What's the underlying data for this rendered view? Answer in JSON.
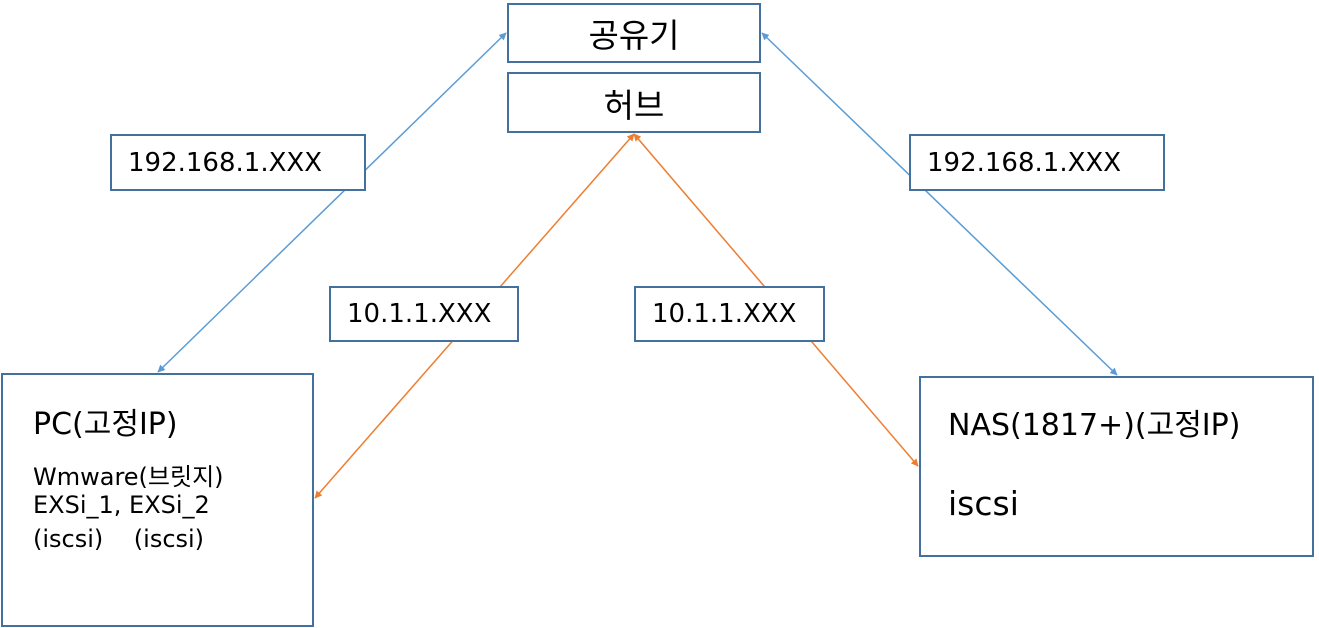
{
  "router": {
    "label": "공유기"
  },
  "hub": {
    "label": "허브"
  },
  "labels": {
    "left_ip": "192.168.1.XXX",
    "right_ip": "192.168.1.XXX",
    "left_private": "10.1.1.XXX",
    "right_private": "10.1.1.XXX"
  },
  "pc": {
    "title": "PC(고정IP)",
    "lines": [
      "Wmware(브릿지)",
      "EXSi_1, EXSi_2",
      "(iscsi)    (iscsi)"
    ]
  },
  "nas": {
    "title": "NAS(1817+)(고정IP)",
    "subtitle": "iscsi"
  },
  "colors": {
    "border": "#41719c",
    "blue_link": "#5b9bd5",
    "orange_link": "#ed7d31"
  }
}
